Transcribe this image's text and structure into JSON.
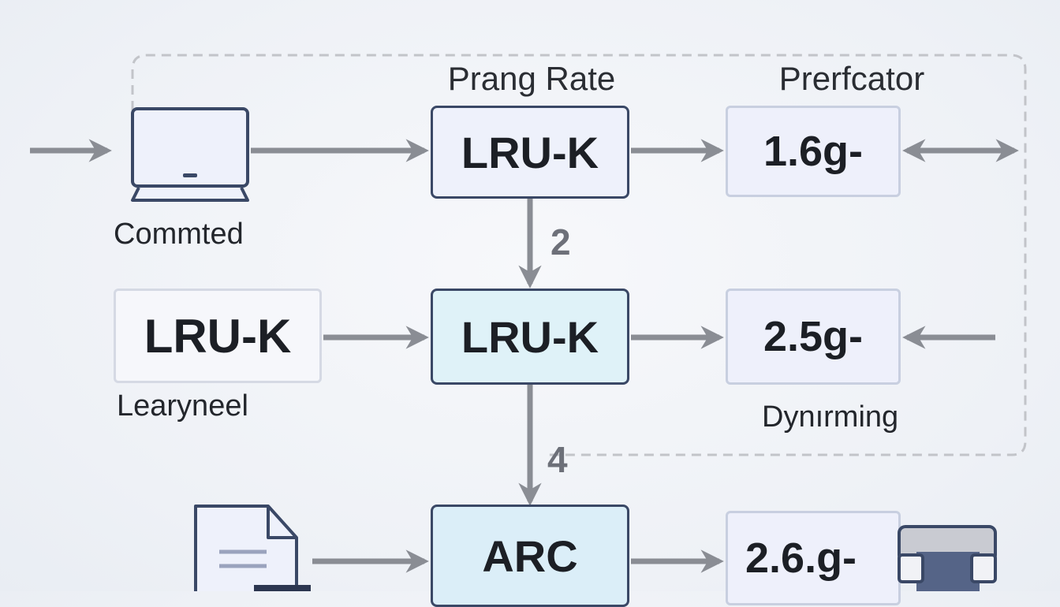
{
  "title": "",
  "column_headers": {
    "policy": "Prang Rate",
    "metric": "Prerfcator"
  },
  "captions": {
    "computer": "Commted",
    "left_box": "Learyneel",
    "right_box": "Dynırming"
  },
  "policies": [
    "LRU-K",
    "LRU-K",
    "ARC"
  ],
  "left_box_label": "LRU-K",
  "metrics": [
    "1.6g-",
    "2.5g-",
    "2.6.g-"
  ],
  "step_numbers": [
    "2",
    "4"
  ],
  "icons": [
    "monitor-icon",
    "document-icon",
    "server-icon"
  ],
  "colors": {
    "node_border": "#3a4866",
    "node_fill_1": "#eef1fb",
    "node_fill_2": "#dff2f8",
    "node_fill_3": "#dbeef8",
    "metric_fill": "#eef0fb",
    "arrow": "#8a8d94",
    "dashed": "#c2c4c9"
  }
}
